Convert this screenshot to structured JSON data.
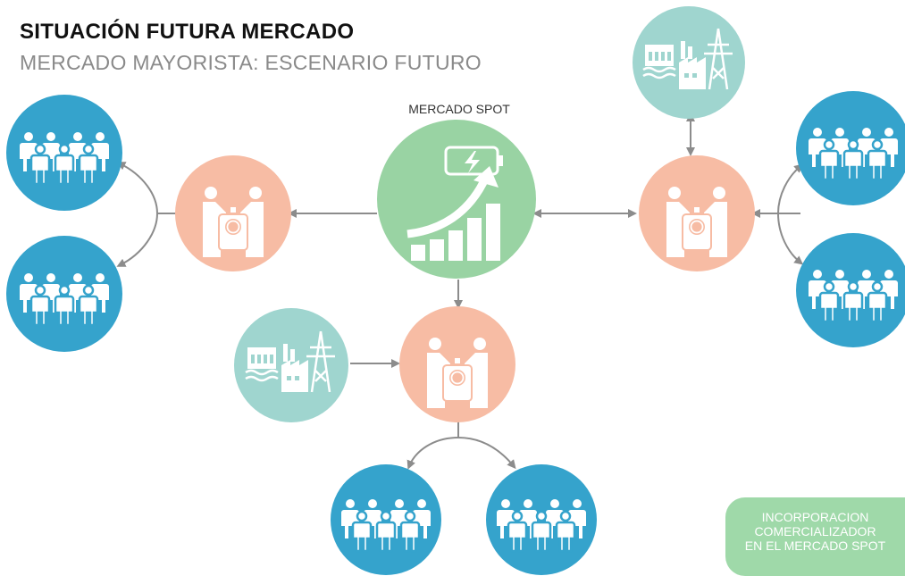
{
  "header": {
    "title": "SITUACIÓN FUTURA MERCADO",
    "subtitle": "MERCADO MAYORISTA: ESCENARIO FUTURO"
  },
  "diagram": {
    "spot_label": "MERCADO SPOT",
    "legend": [
      "INCORPORACION",
      "COMERCIALIZADOR",
      "EN EL MERCADO SPOT"
    ],
    "colors": {
      "spot": "#99d3a3",
      "comercializador": "#f7bca4",
      "generador": "#9fd5cf",
      "clientes": "#35a3cc",
      "arrow": "#8c8c8c",
      "legend": "#9fd9a9"
    },
    "icons": {
      "spot": "battery-growth-chart-icon",
      "comercializador": "handshake-money-bag-icon",
      "generador": "power-plant-tower-icon",
      "clientes": "people-group-icon"
    }
  }
}
